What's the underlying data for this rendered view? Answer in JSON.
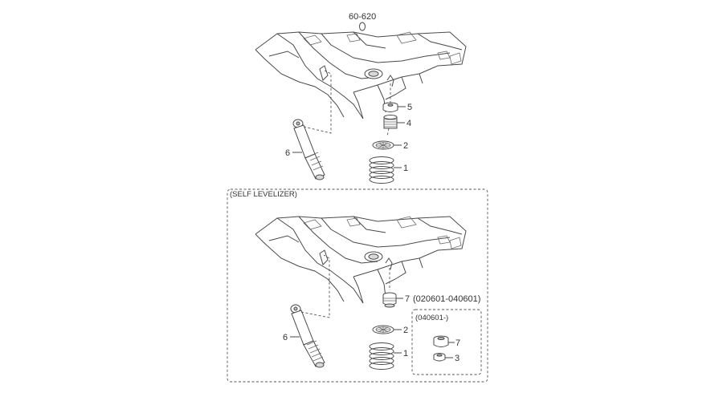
{
  "reference_label": "60-620",
  "top_diagram": {
    "callouts": [
      {
        "number": "5"
      },
      {
        "number": "4"
      },
      {
        "number": "2"
      },
      {
        "number": "1"
      },
      {
        "number": "6"
      }
    ]
  },
  "self_levelizer": {
    "title": "(SELF LEVELIZER)",
    "callouts": [
      {
        "number": "7",
        "note": "(020601-040601)"
      },
      {
        "number": "2"
      },
      {
        "number": "1"
      },
      {
        "number": "6"
      }
    ],
    "inset": {
      "title": "(040601-)",
      "callouts": [
        {
          "number": "7"
        },
        {
          "number": "3"
        }
      ]
    }
  }
}
